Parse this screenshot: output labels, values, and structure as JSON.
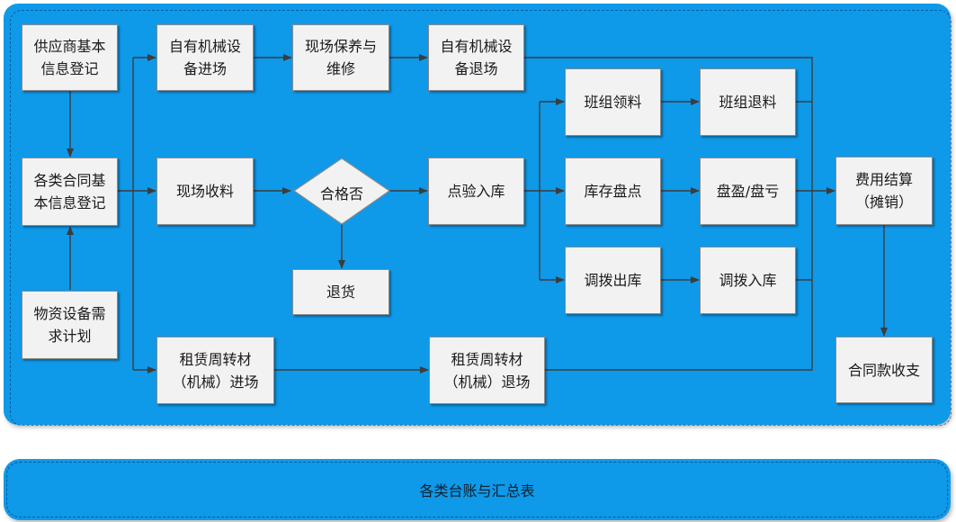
{
  "nodes": {
    "supplier_info": [
      "供应商基本",
      "信息登记"
    ],
    "contract_info": [
      "各类合同基",
      "本信息登记"
    ],
    "material_plan": [
      "物资设备需",
      "求计划"
    ],
    "own_machine_in": [
      "自有机械设",
      "备进场"
    ],
    "site_maintenance": [
      "现场保养与",
      "维修"
    ],
    "own_machine_out": [
      "自有机械设",
      "备退场"
    ],
    "site_receiving": [
      "现场收料"
    ],
    "qualified": [
      "合格否"
    ],
    "return_goods": [
      "退货"
    ],
    "inspect_storage": [
      "点验入库"
    ],
    "team_pick": [
      "班组领料"
    ],
    "team_return": [
      "班组退料"
    ],
    "stock_count": [
      "库存盘点"
    ],
    "surplus_loss": [
      "盘盈/盘亏"
    ],
    "transfer_out": [
      "调拨出库"
    ],
    "transfer_in": [
      "调拨入库"
    ],
    "cost_settle": [
      "费用结算",
      "（摊销）"
    ],
    "contract_payment": [
      "合同款收支"
    ],
    "rent_in": [
      "租赁周转材",
      "（机械）进场"
    ],
    "rent_out": [
      "租赁周转材",
      "（机械）退场"
    ]
  },
  "footer": {
    "label": "各类台账与汇总表"
  },
  "colors": {
    "panel": "#0f99e9",
    "box": "#f2f2f2",
    "line": "#3c3c3c"
  }
}
